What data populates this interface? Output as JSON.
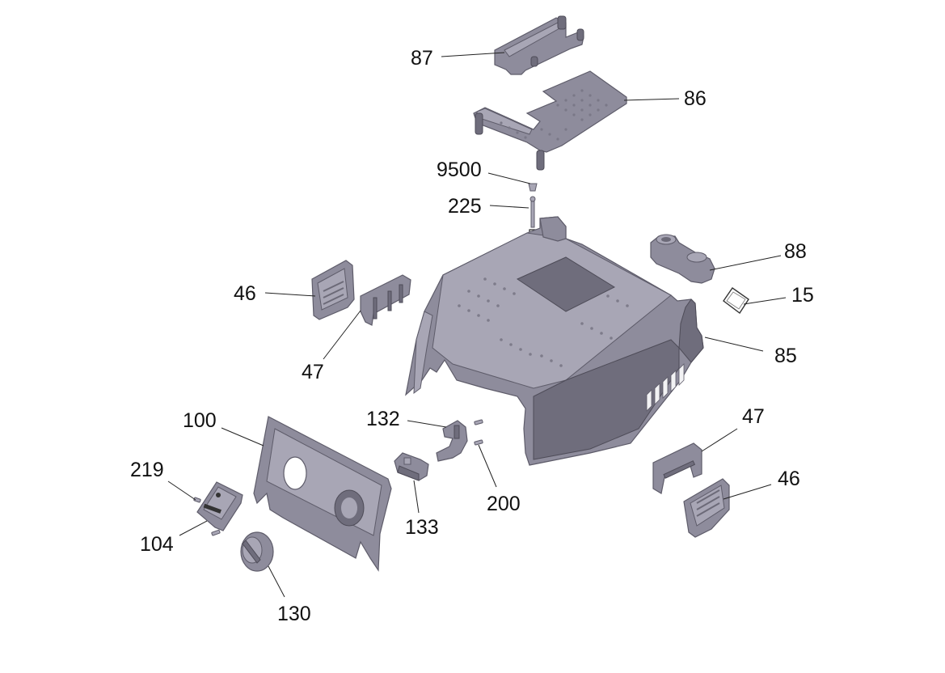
{
  "diagram": {
    "labels": {
      "l87": "87",
      "l86": "86",
      "l9500": "9500",
      "l225": "225",
      "l88": "88",
      "l15": "15",
      "l46a": "46",
      "l47a": "47",
      "l85": "85",
      "l100": "100",
      "l132": "132",
      "l47b": "47",
      "l219": "219",
      "l46b": "46",
      "l200": "200",
      "l133": "133",
      "l104": "104",
      "l130": "130"
    },
    "colors": {
      "part_fill": "#8e8c9c",
      "part_stroke": "#5e5c6a",
      "leader": "#222222",
      "background": "#ffffff"
    }
  }
}
